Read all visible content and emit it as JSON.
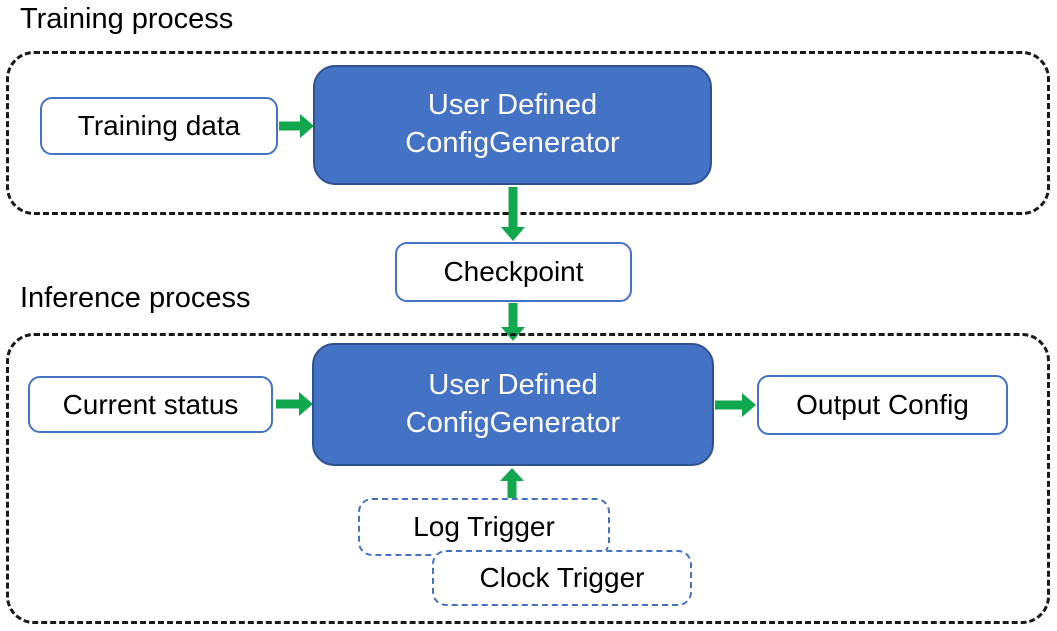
{
  "colors": {
    "accent_blue": "#4472C4",
    "accent_blue_dark": "#2F528F",
    "arrow_green": "#10A74F",
    "container_dash": "#1A1A1A",
    "text_dark": "#000000",
    "text_light": "#FFFFFF"
  },
  "training_section": {
    "title": "Training process",
    "training_data_label": "Training data",
    "generator_line1": "User Defined",
    "generator_line2": "ConfigGenerator"
  },
  "checkpoint_label": "Checkpoint",
  "inference_section": {
    "title": "Inference process",
    "current_status_label": "Current status",
    "generator_line1": "User Defined",
    "generator_line2": "ConfigGenerator",
    "output_config_label": "Output Config",
    "log_trigger_label": "Log Trigger",
    "clock_trigger_label": "Clock Trigger"
  }
}
